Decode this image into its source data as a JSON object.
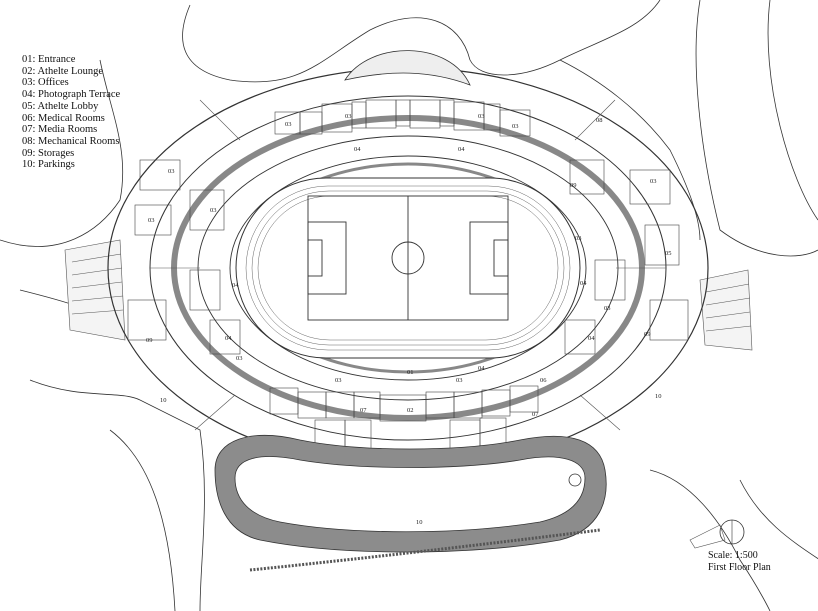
{
  "legend": [
    {
      "code": "01",
      "name": "Entrance"
    },
    {
      "code": "02",
      "name": "Athelte Lounge"
    },
    {
      "code": "03",
      "name": "Offices"
    },
    {
      "code": "04",
      "name": "Photograph Terrace"
    },
    {
      "code": "05",
      "name": "Athelte Lobby"
    },
    {
      "code": "06",
      "name": "Medical Rooms"
    },
    {
      "code": "07",
      "name": "Media Rooms"
    },
    {
      "code": "08",
      "name": "Mechanical Rooms"
    },
    {
      "code": "09",
      "name": "Storages"
    },
    {
      "code": "10",
      "name": "Parkings"
    }
  ],
  "legend_separator": ": ",
  "scale_text": "Scale: 1:500",
  "plan_title": "First Floor Plan",
  "room_labels": {
    "l01": "01",
    "l02": "02",
    "l03a": "03",
    "l03b": "03",
    "l03c": "03",
    "l03d": "03",
    "l03e": "03",
    "l03f": "03",
    "l03g": "03",
    "l03h": "03",
    "l03i": "03",
    "l03j": "03",
    "l03k": "03",
    "l03l": "03",
    "l03m": "03",
    "l04a": "04",
    "l04b": "04",
    "l04c": "04",
    "l04d": "04",
    "l04e": "04",
    "l04f": "04",
    "l04g": "04",
    "l05": "05",
    "l06": "06",
    "l07a": "07",
    "l07b": "07",
    "l08": "08",
    "l09a": "09",
    "l09b": "09",
    "l09c": "09",
    "l10a": "10",
    "l10b": "10",
    "l10c": "10"
  },
  "colors": {
    "line": "#333333",
    "wall_fill": "#8c8c8c",
    "field": "#ffffff",
    "paper": "#ffffff"
  }
}
